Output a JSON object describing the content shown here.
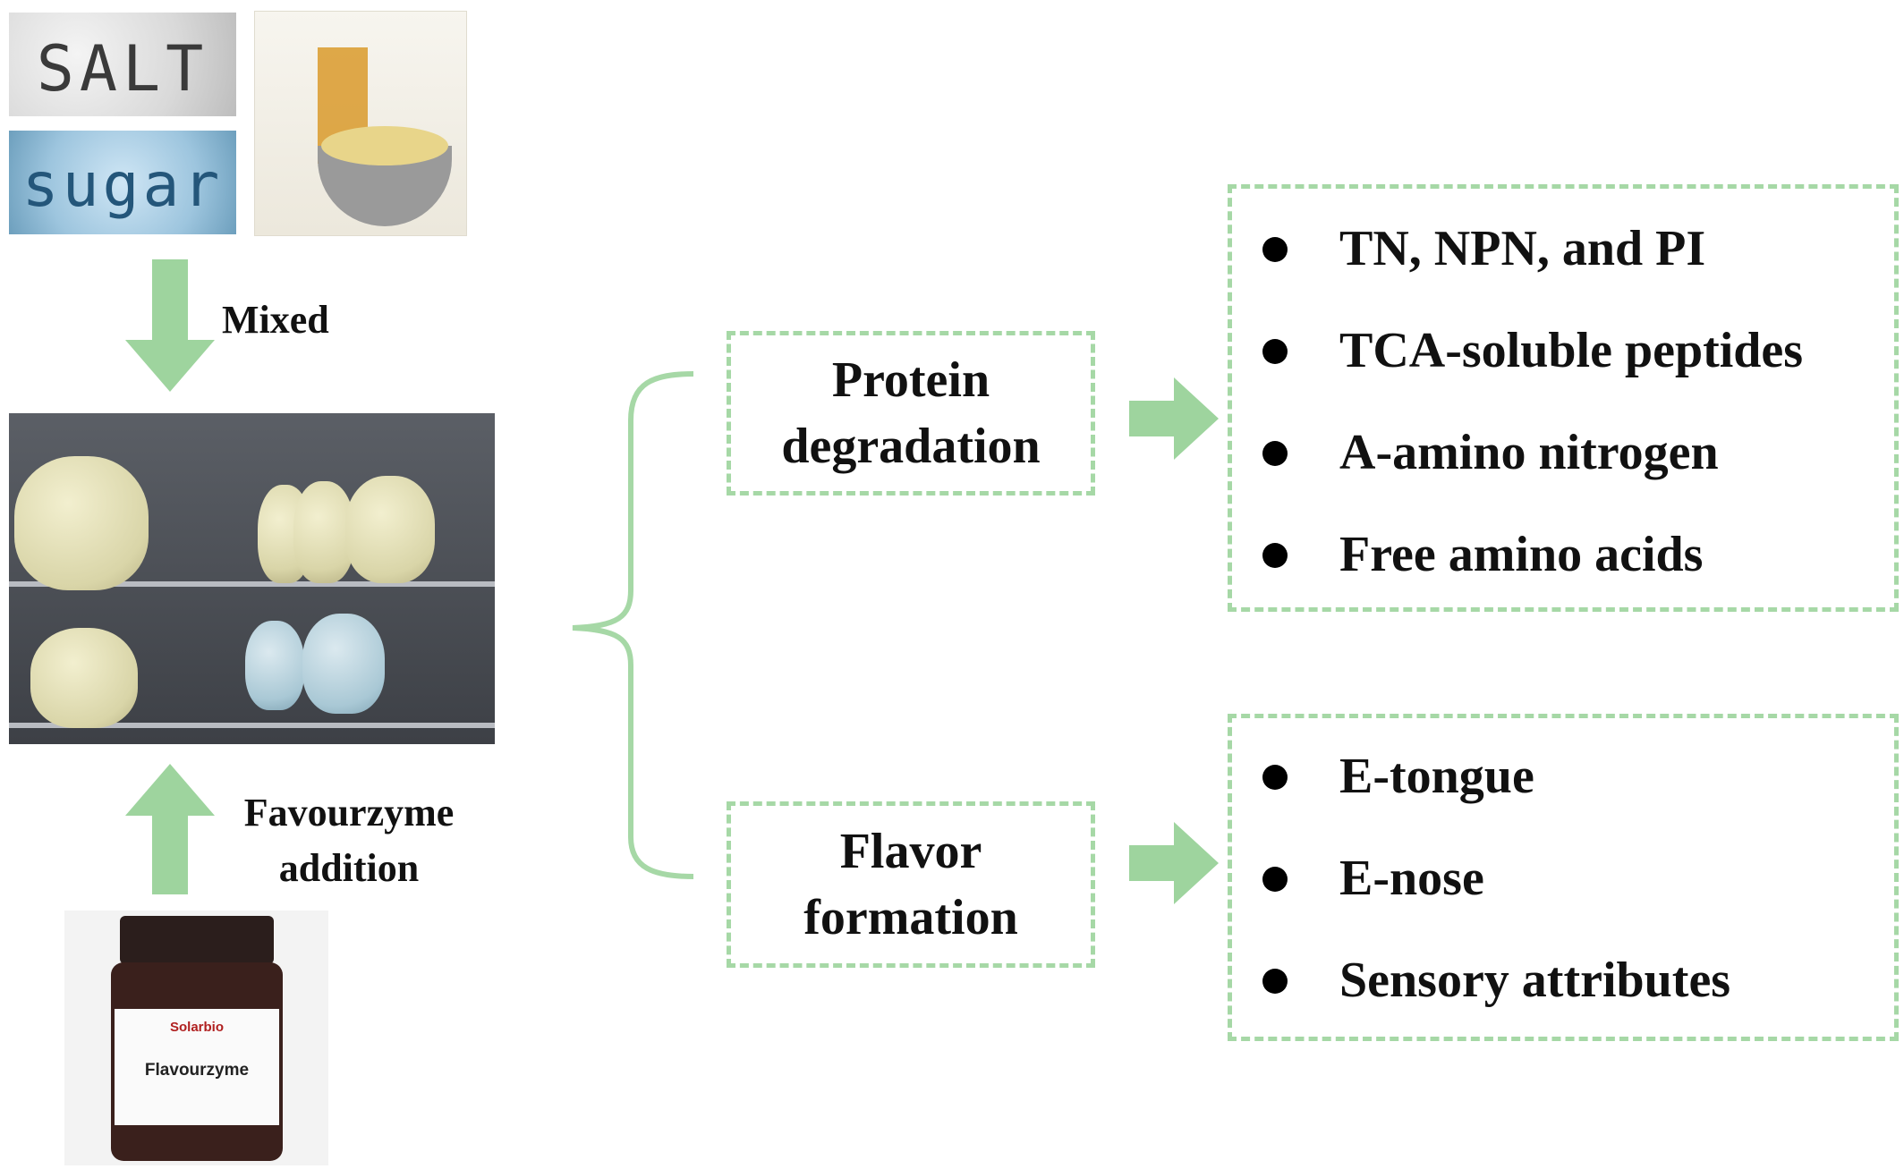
{
  "photos": {
    "salt_text": "SALT",
    "sugar_text": "sugar",
    "bottle_brand": "Solarbio",
    "bottle_product": "Flavourzyme"
  },
  "steps": {
    "mixed": "Mixed",
    "favourzyme_line1": "Favourzyme",
    "favourzyme_line2": "addition"
  },
  "branches": {
    "protein": {
      "line1": "Protein",
      "line2": "degradation",
      "items": [
        "TN, NPN, and PI",
        "TCA-soluble peptides",
        "A-amino nitrogen",
        "Free amino acids"
      ]
    },
    "flavor": {
      "line1": "Flavor",
      "line2": "formation",
      "items": [
        "E-tongue",
        "E-nose",
        "Sensory attributes"
      ]
    }
  },
  "colors": {
    "arrow_green": "#9ed49e",
    "dashed_green": "#a6d8a6"
  }
}
